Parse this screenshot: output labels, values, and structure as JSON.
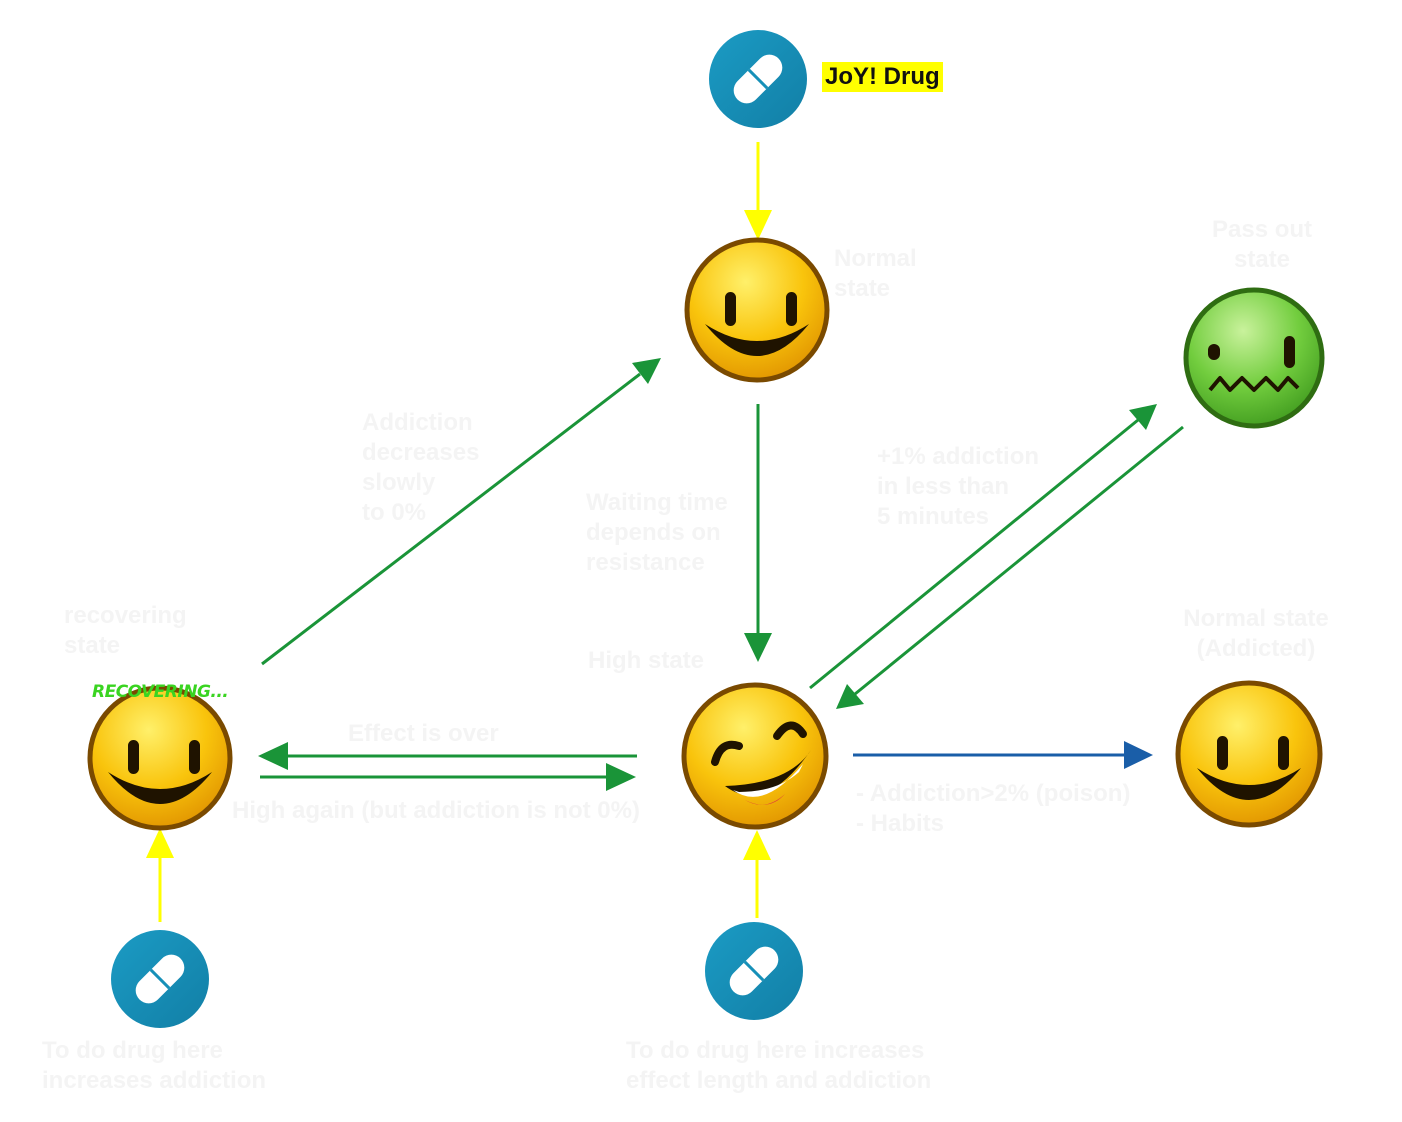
{
  "colors": {
    "background": "#ffffff",
    "pill": "#1690b8",
    "face": "#f6b400",
    "face_outline": "#7a4a00",
    "sick_face": "#5cbf2a",
    "arrow_green": "#1a9438",
    "arrow_yellow": "#ffff00",
    "arrow_blue": "#1a5ea8",
    "label": "#f4f4f4",
    "tag_bg": "#ffff00",
    "recovering": "#3ad421"
  },
  "nodes": {
    "drug_source": {
      "icon": "pill-icon",
      "tag": "JoY! Drug"
    },
    "normal_state": {
      "icon": "smiley-face-icon",
      "label": "Normal\nstate"
    },
    "high_state": {
      "icon": "laughing-face-icon",
      "label": "High state"
    },
    "recovering_state": {
      "icon": "smiley-face-icon",
      "label": "recovering\nstate",
      "overlay": "RECOVERING..."
    },
    "pass_out_state": {
      "icon": "sick-face-icon",
      "label": "Pass out\nstate"
    },
    "addicted_state": {
      "icon": "smiley-face-icon",
      "label": "Normal state\n(Addicted)"
    },
    "drug_recovering": {
      "icon": "pill-icon",
      "label": "To do drug here\nincreases addiction"
    },
    "drug_high": {
      "icon": "pill-icon",
      "label": "To do drug here increases\neffect length and addiction"
    }
  },
  "edges": {
    "recovering_to_normal": "Addiction\ndecreases\nslowly\nto 0%",
    "normal_to_high": "Waiting time\ndepends on\nresistance",
    "high_to_pass_out": "+1% addiction\nin less than\n5 minutes",
    "high_to_recovering": "Effect is over",
    "recovering_to_high": "High again (but addiction is not 0%)",
    "high_to_addicted": "- Addiction>2% (poison)\n- Habits"
  }
}
